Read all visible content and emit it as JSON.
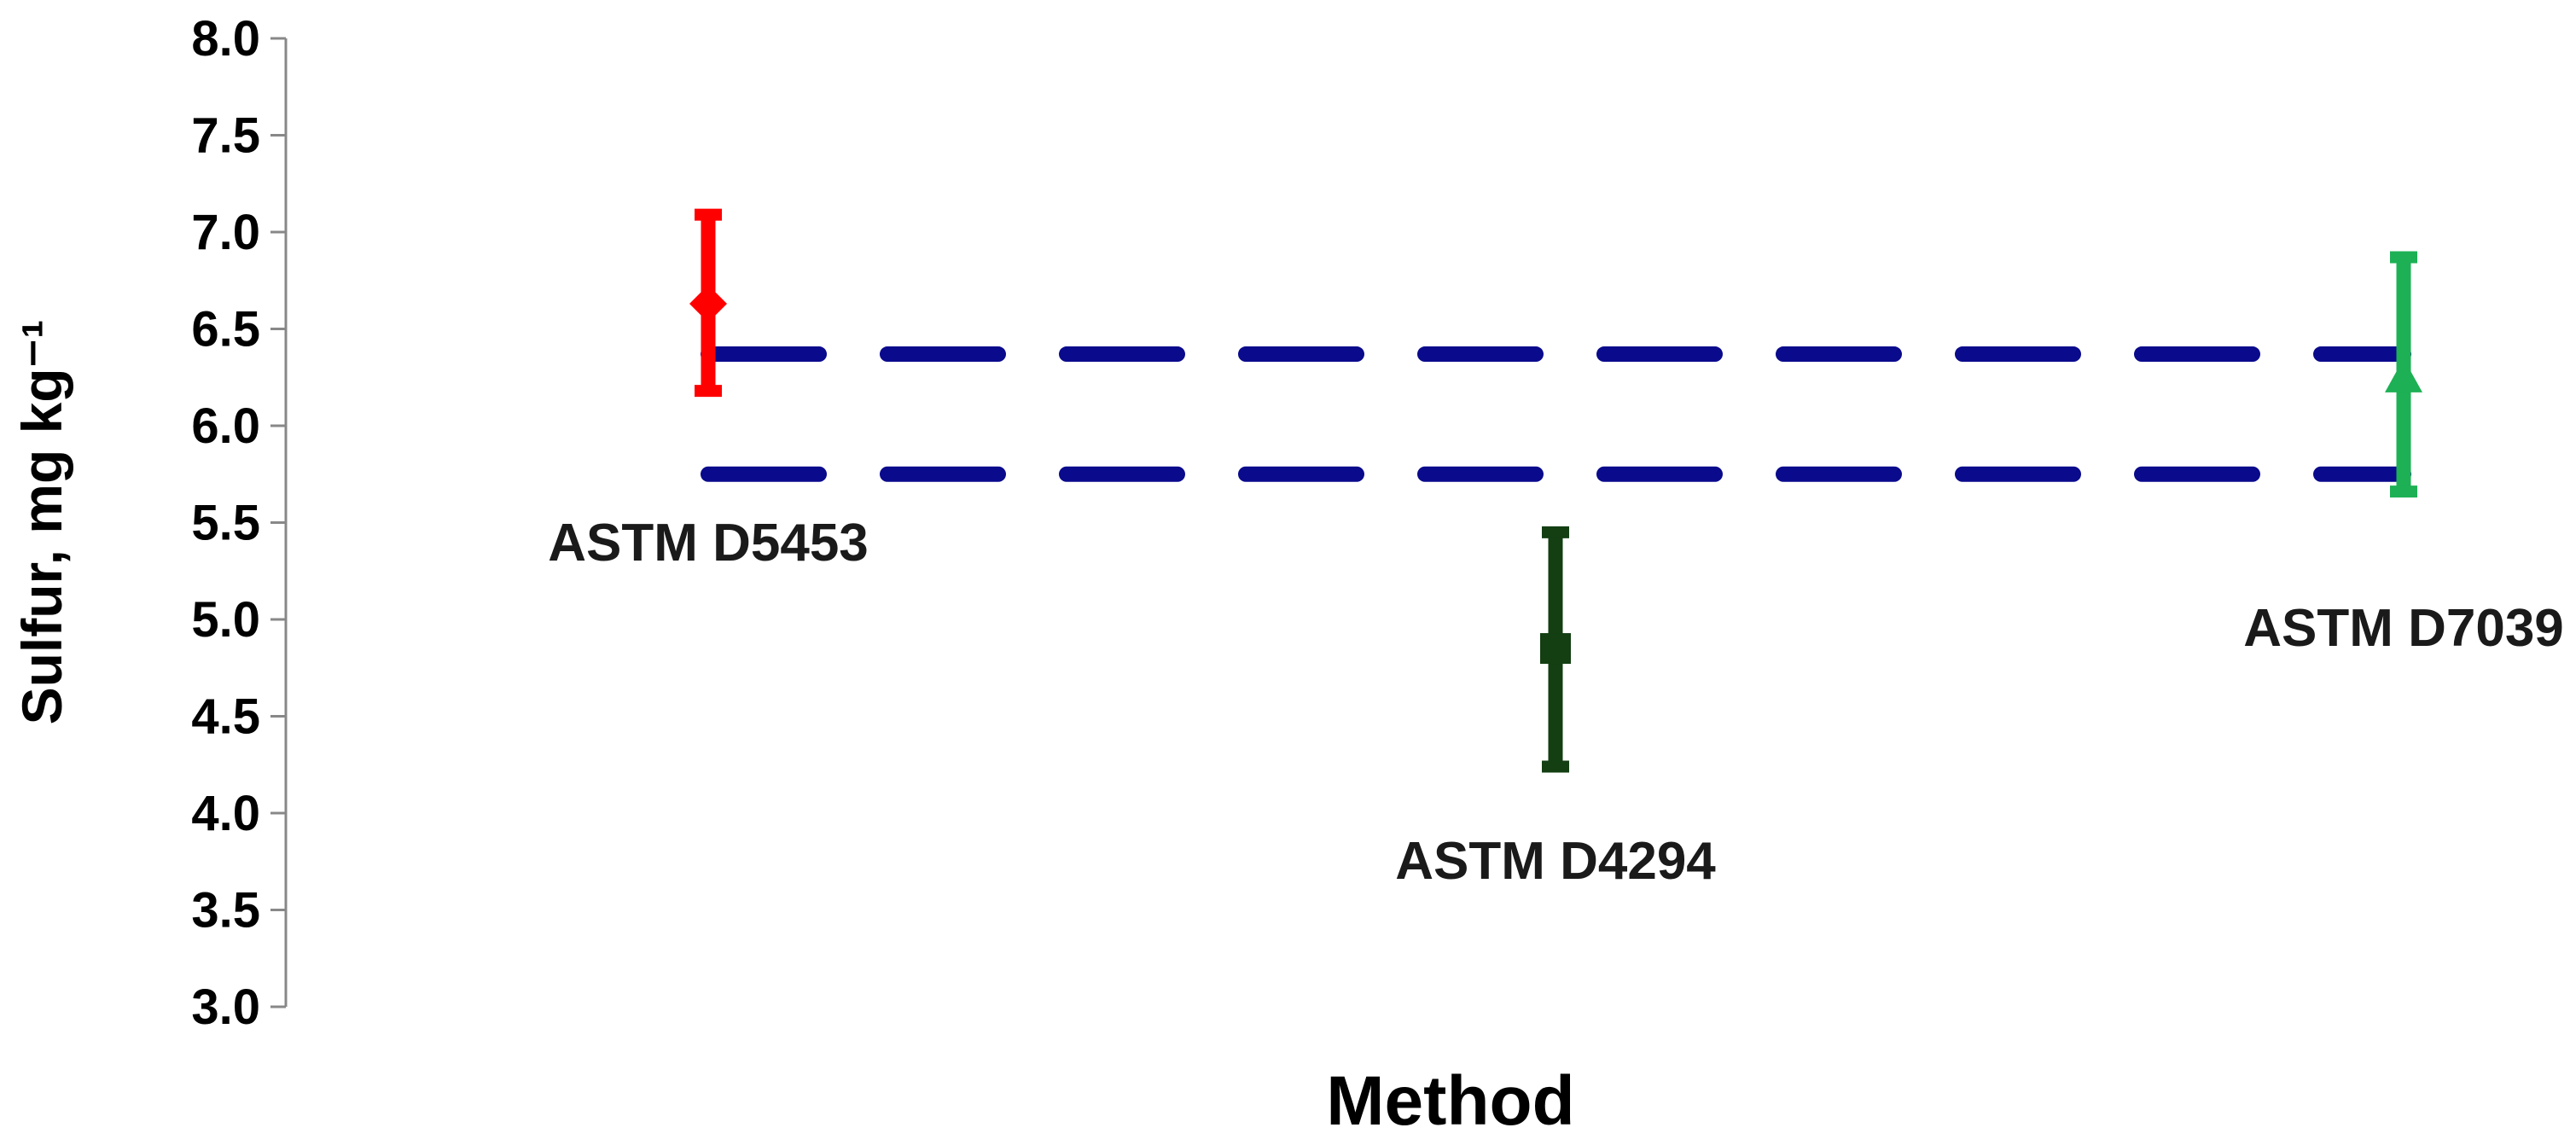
{
  "chart_data": {
    "type": "scatter",
    "title": "",
    "xlabel": "Method",
    "ylabel": "Sulfur, mg kg⁻¹",
    "ylim": [
      3.0,
      8.0
    ],
    "ytick_labels": [
      "3.0",
      "3.5",
      "4.0",
      "4.5",
      "5.0",
      "5.5",
      "6.0",
      "6.5",
      "7.0",
      "7.5",
      "8.0"
    ],
    "grid": false,
    "legend": "none",
    "series": [
      {
        "name": "ASTM D5453",
        "x": 1,
        "y": 6.63,
        "err_low": 6.18,
        "err_high": 7.09,
        "color": "#ff0000",
        "marker": "diamond"
      },
      {
        "name": "ASTM D4294",
        "x": 2,
        "y": 4.85,
        "err_low": 4.24,
        "err_high": 5.45,
        "color": "#133f13",
        "marker": "square"
      },
      {
        "name": "ASTM D7039",
        "x": 3,
        "y": 6.25,
        "err_low": 5.66,
        "err_high": 6.87,
        "color": "#1db054",
        "marker": "triangle"
      }
    ],
    "reference_lines": [
      {
        "y": 6.37,
        "style": "dashed",
        "color": "#0a0a8c"
      },
      {
        "y": 5.75,
        "style": "dashed",
        "color": "#0a0a8c"
      }
    ]
  }
}
